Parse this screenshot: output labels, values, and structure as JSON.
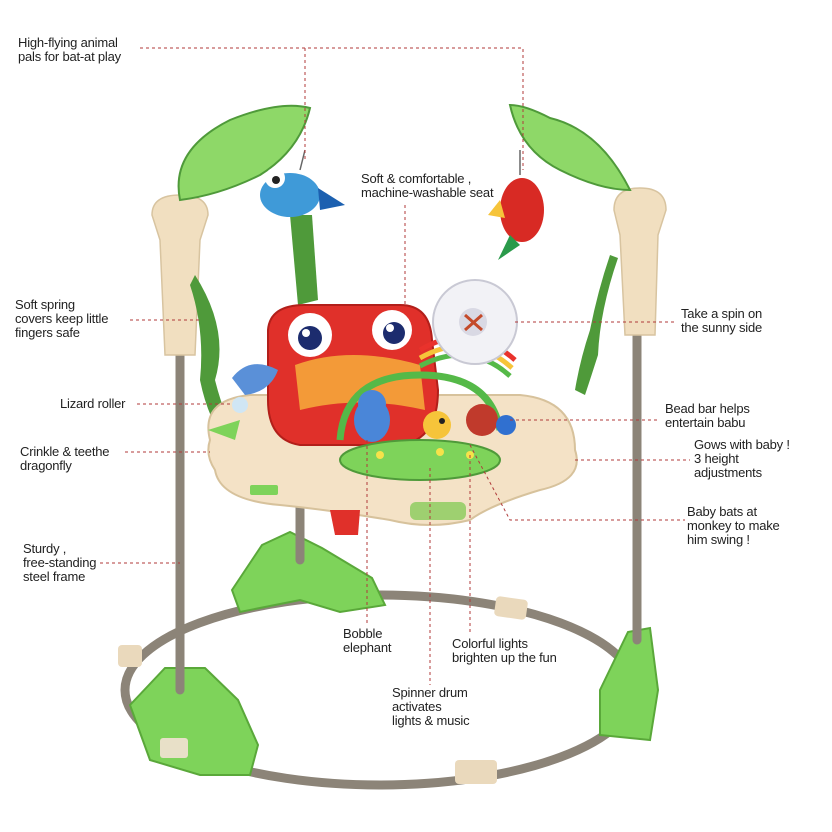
{
  "callouts": {
    "animal_pals": "High-flying animal\npals for bat-at play",
    "seat": "Soft & comfortable ,\nmachine-washable seat",
    "spring_covers": "Soft spring\ncovers keep little\nfingers safe",
    "spin": "Take a spin on\nthe sunny side",
    "lizard": "Lizard roller",
    "bead_bar": "Bead bar helps\nentertain babu",
    "dragonfly": "Crinkle & teethe\ndragonfly",
    "height": "Gows with baby !\n3 height\nadjustments",
    "monkey": "Baby bats at\nmonkey to make\nhim swing !",
    "frame": "Sturdy ,\nfree-standing\nsteel frame",
    "elephant": "Bobble\nelephant",
    "lights": "Colorful lights\nbrighten up the fun",
    "spinner": "Spinner drum\nactivates\nlights & music"
  },
  "colors": {
    "leader_line": "#b03a3a",
    "frame_green": "#7ed35a",
    "pole": "#8c8478",
    "tray": "#f4e2c6",
    "seat_red": "#e0302a"
  }
}
